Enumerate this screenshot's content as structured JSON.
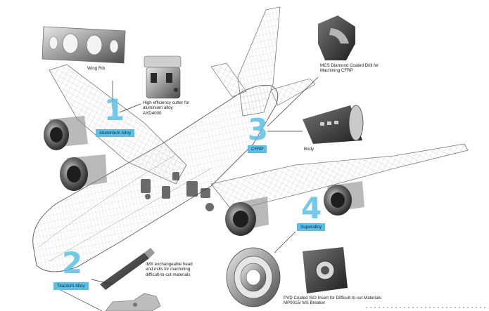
{
  "callouts": {
    "wing_rib": "Wing Rib",
    "one": {
      "number": "1",
      "tag": "Aluminium Alloy",
      "text1": "High efficiency cutter for",
      "text2": "aluminium alloy",
      "text3": "AXD4000"
    },
    "two": {
      "number": "2",
      "tag": "Titanium Alloy",
      "text1": "IMX exchangeable head",
      "text2": "end mills for machining",
      "text3": "difficult-to-cut materials"
    },
    "three": {
      "number": "3",
      "tag": "CFRP",
      "drill1": "MCS Diamond Coated Drill for",
      "drill2": "Machining CFRP",
      "body": "Body"
    },
    "four": {
      "number": "4",
      "tag": "Superalloy",
      "text1": "PVD Coated ISO Insert for Difficult-to-cut Materials",
      "text2": "MP9015/ MS Breaker"
    }
  },
  "colors": {
    "accent": "#5bc0e8",
    "wire": "#7a7a7a",
    "engine": "#3a3a3a"
  }
}
